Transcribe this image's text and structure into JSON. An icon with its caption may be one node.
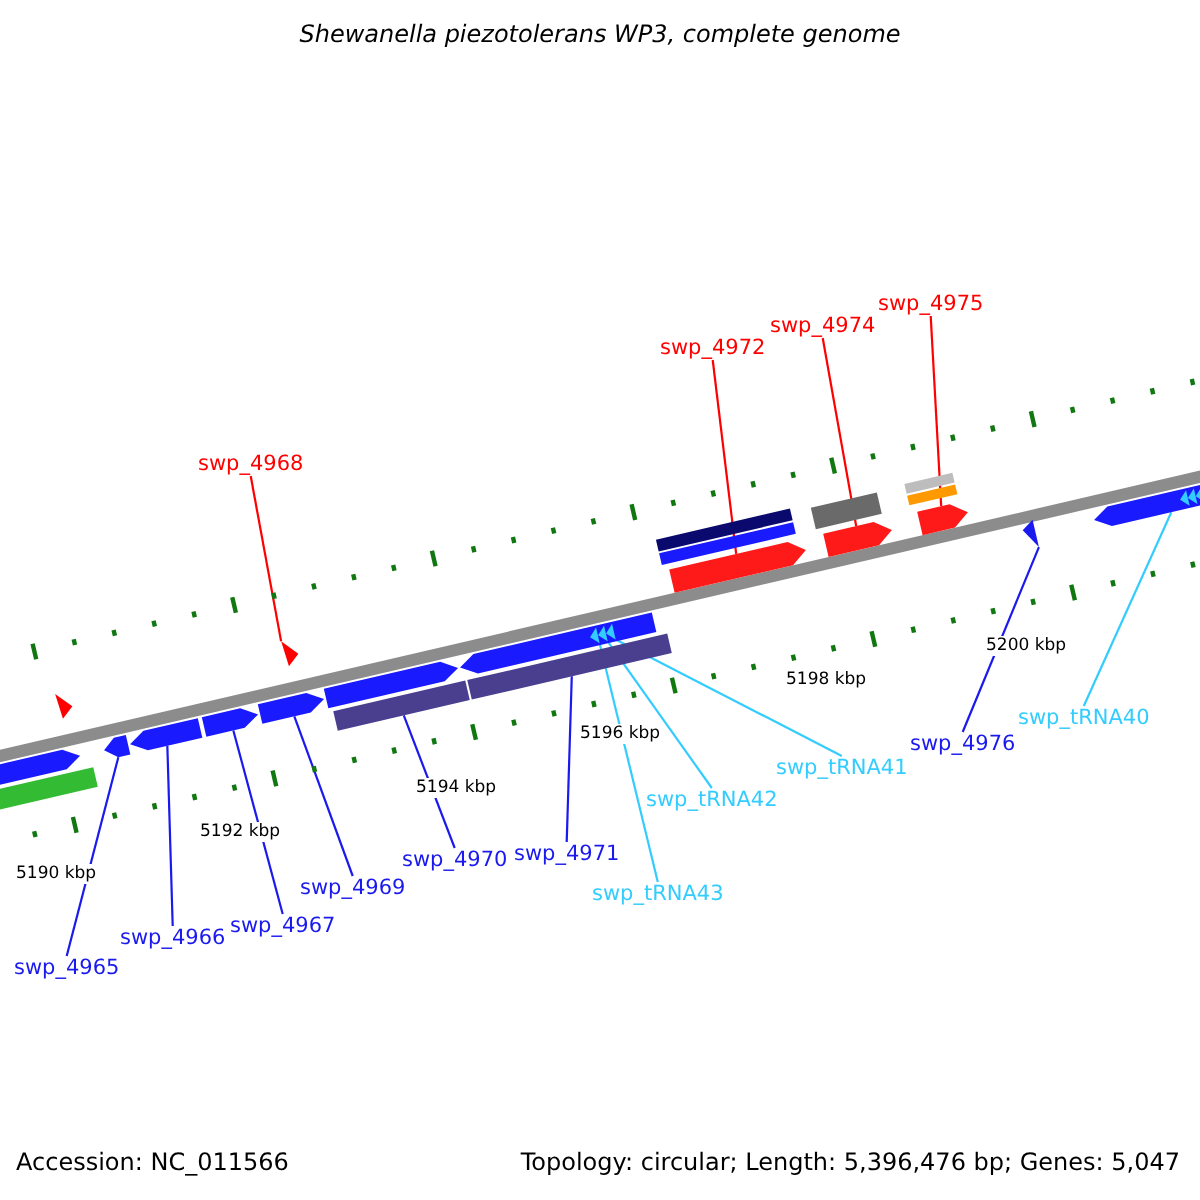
{
  "diagram": {
    "title": "Shewanella piezotolerans WP3, complete genome",
    "nodes": [
      {
        "text": [
          "swp_4975"
        ]
      },
      {
        "text": [
          "swp_4974"
        ]
      },
      {
        "text": [
          "swp_4972"
        ]
      },
      {
        "text": [
          "swp_4968"
        ]
      },
      {
        "text": [
          "swp_tRNA40"
        ]
      },
      {
        "text": [
          "swp_4976"
        ]
      },
      {
        "text": [
          "swp_tRNA41"
        ]
      },
      {
        "text": [
          "swp_tRNA42"
        ]
      },
      {
        "text": [
          "swp_4971"
        ]
      },
      {
        "text": [
          "swp_4970"
        ]
      },
      {
        "text": [
          "swp_4969"
        ]
      },
      {
        "text": [
          "swp_tRNA43"
        ]
      },
      {
        "text": [
          "swp_4967"
        ]
      },
      {
        "text": [
          "swp_4966"
        ]
      },
      {
        "text": [
          "swp_4965"
        ]
      },
      {
        "text": [],
        "shape": "box"
      },
      {
        "text": [],
        "shape": "box"
      },
      {
        "text": [],
        "shape": "box"
      },
      {
        "text": [],
        "shape": "box"
      },
      {
        "text": [],
        "shape": "triangle"
      },
      {
        "text": [],
        "shape": "bar"
      },
      {
        "text": [],
        "shape": "bar"
      },
      {
        "text": [],
        "shape": "triangle"
      },
      {
        "text": [],
        "shape": "triangle"
      },
      {
        "text": [],
        "shape": "triangle"
      },
      {
        "text": [],
        "shape": "box"
      },
      {
        "text": [],
        "shape": "box"
      },
      {
        "text": [],
        "shape": "box"
      },
      {
        "text": [],
        "shape": "triangle"
      },
      {
        "text": [],
        "shape": "box"
      }
    ],
    "edges": [
      {
        "from": 0,
        "to": 27,
        "arrow": "none",
        "color": "#ff0000"
      },
      {
        "from": 1,
        "to": 26,
        "arrow": "none",
        "color": "#ff0000"
      },
      {
        "from": 2,
        "to": 25,
        "arrow": "none",
        "color": "#ff0000"
      },
      {
        "from": 3,
        "to": 19,
        "arrow": "none",
        "color": "#ff0000"
      },
      {
        "from": 4,
        "to": 29,
        "arrow": "none",
        "color": "#33ccff"
      },
      {
        "from": 5,
        "to": 28,
        "arrow": "none"
      },
      {
        "from": 6,
        "to": 24,
        "arrow": "none",
        "color": "#33ccff"
      },
      {
        "from": 7,
        "to": 23,
        "arrow": "none",
        "color": "#33ccff"
      },
      {
        "from": 8,
        "to": 21,
        "arrow": "none"
      },
      {
        "from": 9,
        "to": 20,
        "arrow": "none"
      },
      {
        "from": 10,
        "to": 18,
        "arrow": "none"
      },
      {
        "from": 11,
        "to": 22,
        "arrow": "none",
        "color": "#33ccff"
      },
      {
        "from": 12,
        "to": 17,
        "arrow": "none"
      },
      {
        "from": 13,
        "to": 16,
        "arrow": "none"
      },
      {
        "from": 14,
        "to": 15,
        "arrow": "none"
      }
    ],
    "labels": [
      "5200 kbp",
      "5198 kbp",
      "5196 kbp",
      "5194 kbp",
      "5192 kbp",
      "5190 kbp",
      "Accession: NC_011566",
      "Topology: circular; Length: 5,396,476 bp; Genes: 5,047"
    ]
  }
}
